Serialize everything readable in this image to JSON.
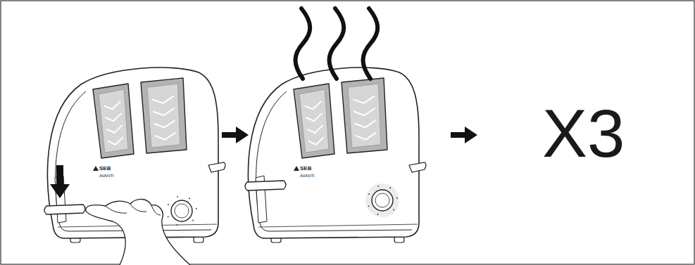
{
  "diagram": {
    "labels": [
      "SEB",
      "AVANTI",
      "SEB",
      "AVANTI",
      "X3"
    ]
  }
}
